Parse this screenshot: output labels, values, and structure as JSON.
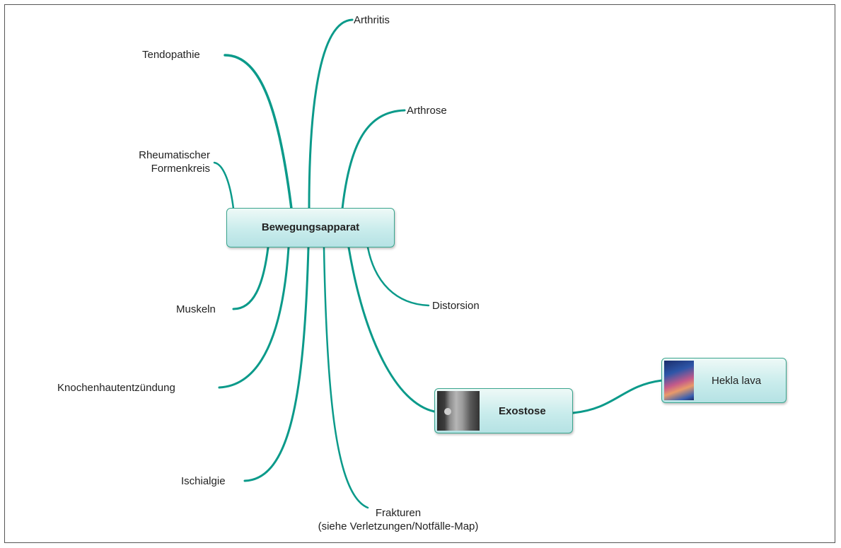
{
  "mindmap": {
    "central": "Bewegungsapparat",
    "branches": {
      "arthritis": "Arthritis",
      "tendopathie": "Tendopathie",
      "arthrose": "Arthrose",
      "rheuma_line1": "Rheumatischer",
      "rheuma_line2": "Formenkreis",
      "muskeln": "Muskeln",
      "distorsion": "Distorsion",
      "knochenhaut": "Knochenhautentzündung",
      "ischialgie": "Ischialgie",
      "frakturen_line1": "Frakturen",
      "frakturen_line2": "(siehe Verletzungen/Notfälle-Map)"
    },
    "exostose": {
      "label": "Exostose",
      "image": "xray-bone-thumbnail"
    },
    "hekla": {
      "label": "Hekla lava",
      "image": "lava-thumbnail"
    }
  },
  "colors": {
    "link": "#0b9a8a",
    "node_border": "#3aa58e",
    "node_fill": "#c9ecec"
  }
}
